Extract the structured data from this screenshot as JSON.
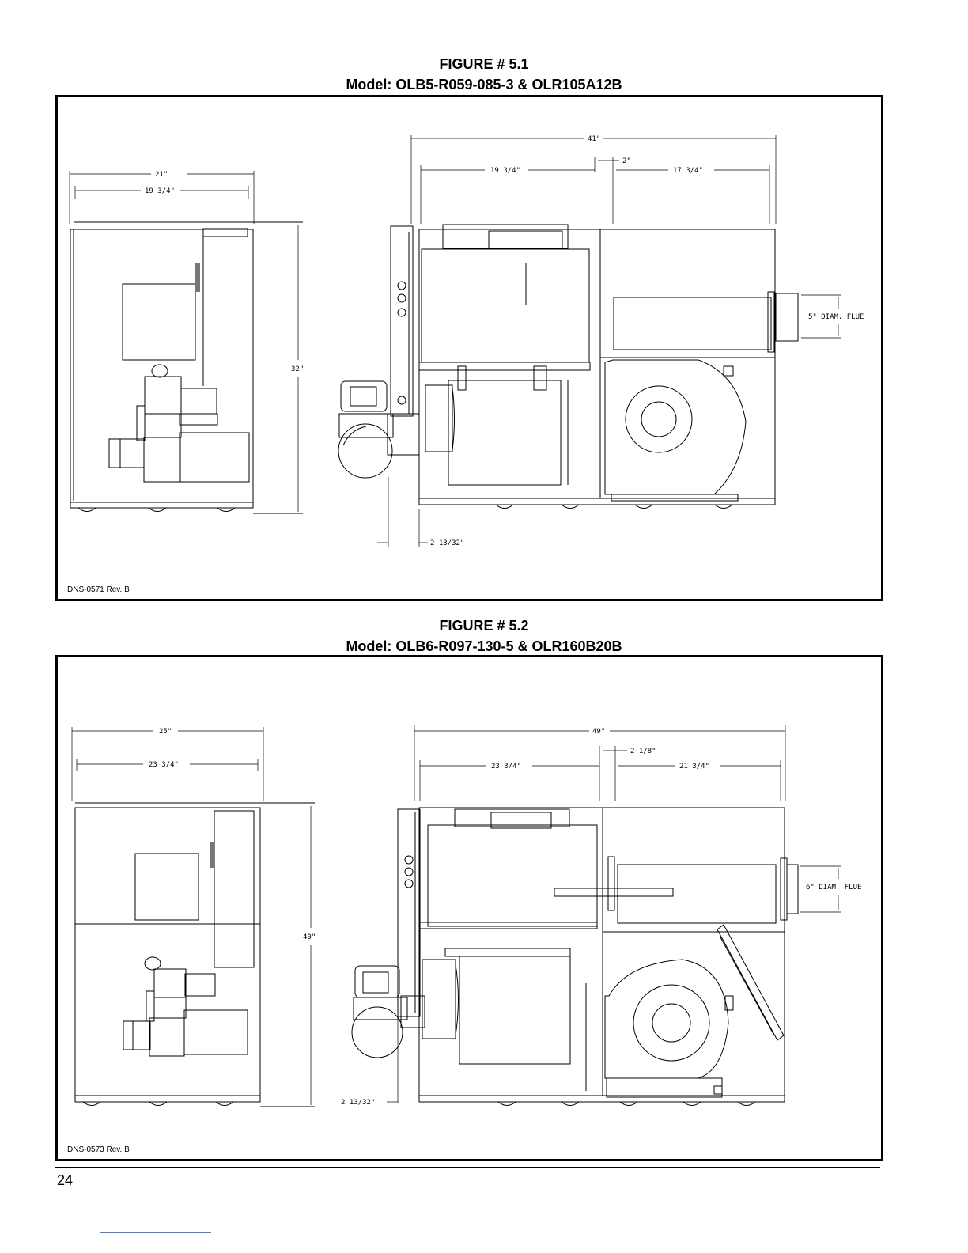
{
  "figure1": {
    "number": "FIGURE # 5.1",
    "model": "Model: OLB5-R059-085-3 & OLR105A12B",
    "doc_id": "DNS-0571 Rev. B",
    "dims": {
      "front_total_width": "21\"",
      "front_inner_width": "19 3/4\"",
      "height": "32\"",
      "side_total_width": "41\"",
      "side_left_width": "19 3/4\"",
      "side_gap": "2\"",
      "side_right_width": "17 3/4\"",
      "flue": "5\" DIAM. FLUE",
      "offset": "2 13/32\""
    }
  },
  "figure2": {
    "number": "FIGURE # 5.2",
    "model": "Model: OLB6-R097-130-5 & OLR160B20B",
    "doc_id": "DNS-0573 Rev. B",
    "dims": {
      "front_total_width": "25\"",
      "front_inner_width": "23 3/4\"",
      "height": "40\"",
      "side_total_width": "49\"",
      "side_left_width": "23 3/4\"",
      "side_gap": "2 1/8\"",
      "side_right_width": "21 3/4\"",
      "flue": "6\" DIAM. FLUE",
      "offset": "2 13/32\""
    }
  },
  "page": {
    "number": "24"
  }
}
